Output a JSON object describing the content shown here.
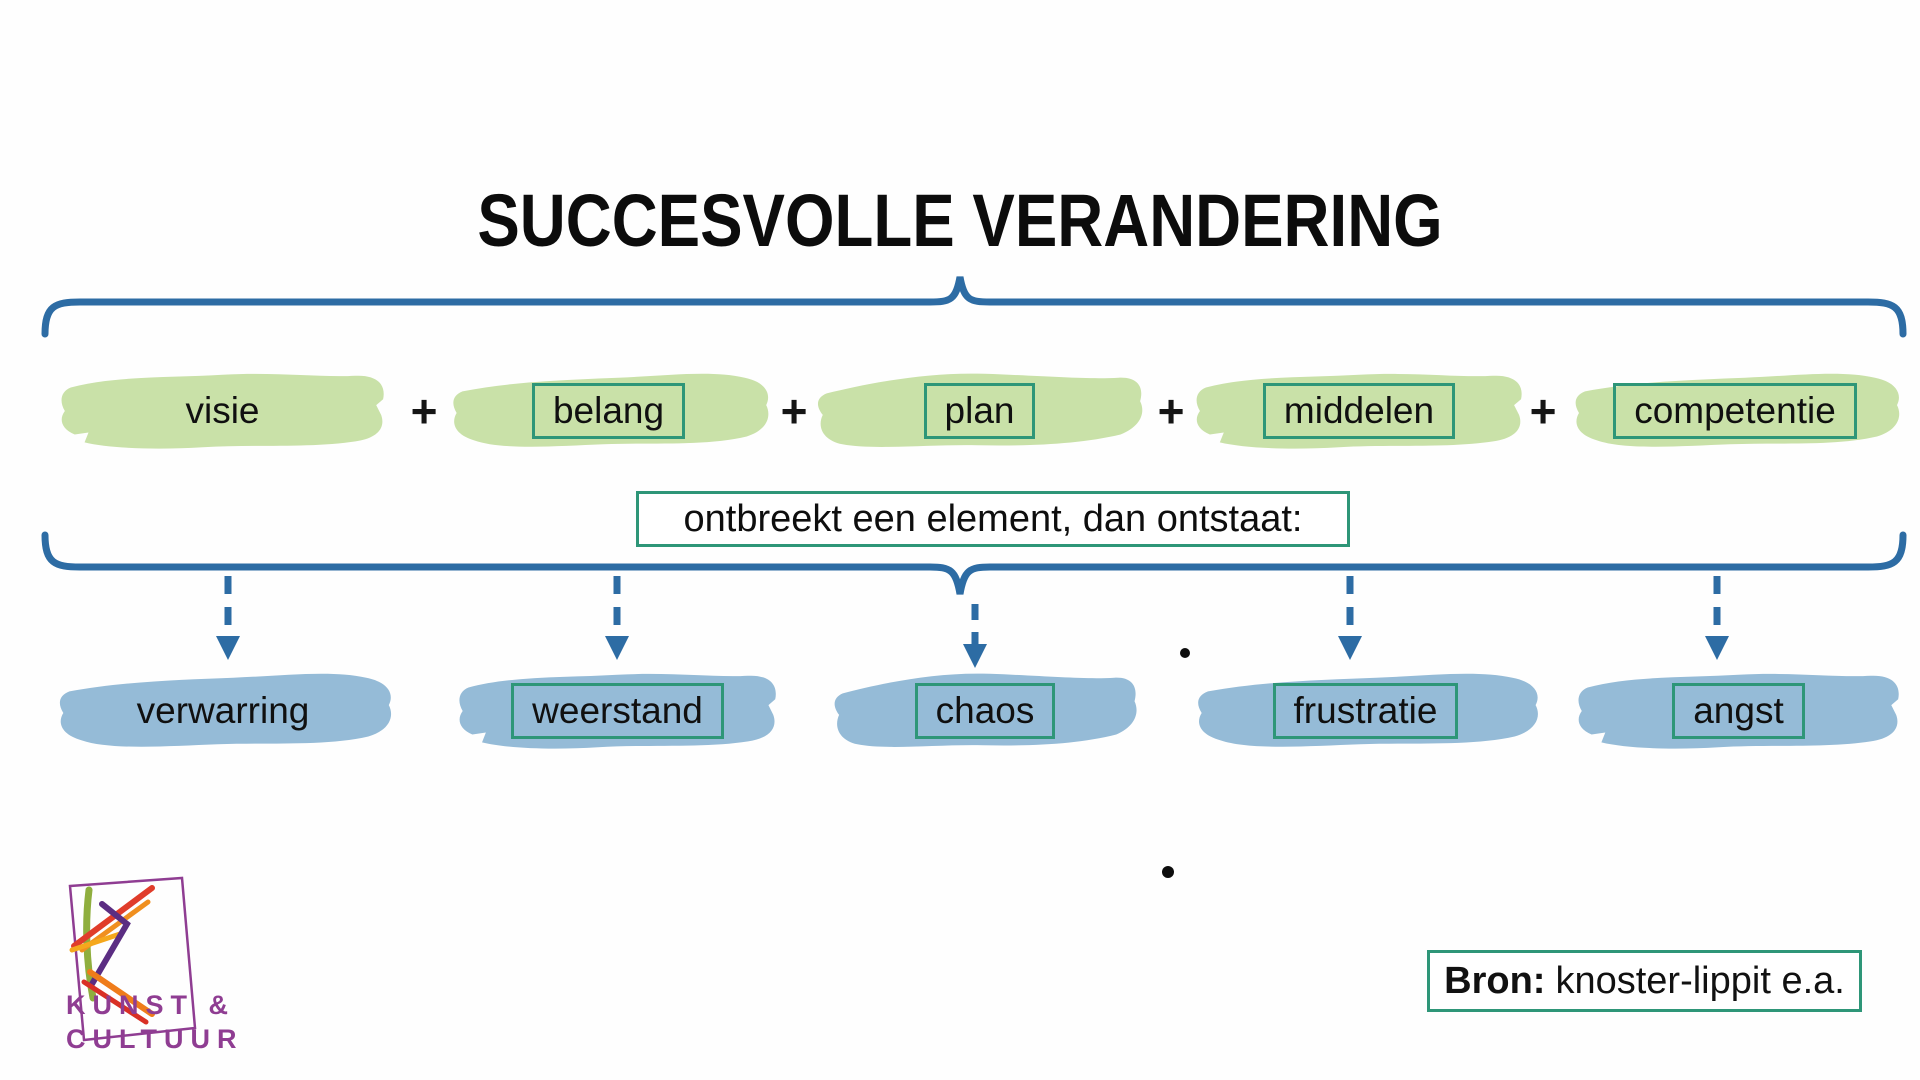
{
  "title": "SUCCESVOLLE VERANDERING",
  "plus": "+",
  "condition_label": "ontbreekt een element, dan ontstaat:",
  "elements": {
    "items": [
      {
        "label": "visie",
        "boxed": false
      },
      {
        "label": "belang",
        "boxed": true
      },
      {
        "label": "plan",
        "boxed": true
      },
      {
        "label": "middelen",
        "boxed": true
      },
      {
        "label": "competentie",
        "boxed": true
      }
    ]
  },
  "outcomes": {
    "items": [
      {
        "label": "verwarring",
        "boxed": false
      },
      {
        "label": "weerstand",
        "boxed": true
      },
      {
        "label": "chaos",
        "boxed": true
      },
      {
        "label": "frustratie",
        "boxed": true
      },
      {
        "label": "angst",
        "boxed": true
      }
    ]
  },
  "source": {
    "label": "Bron:",
    "text": "knoster-lippit e.a."
  },
  "logo": {
    "line1": "KUNST &",
    "line2": "CULTUUR"
  },
  "colors": {
    "element_fill": "#c9e1a8",
    "outcome_fill": "#95bbd7",
    "brace_blue": "#2d6ca4",
    "box_border_teal": "#2e9678",
    "logo_purple": "#8f3d92",
    "text": "#0d0d0d"
  }
}
